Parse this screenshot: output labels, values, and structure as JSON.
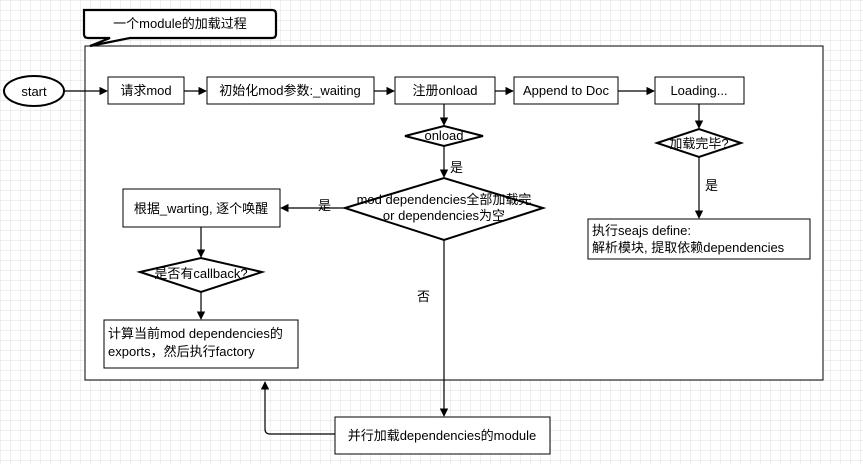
{
  "callout": "一个module的加载过程",
  "nodes": {
    "start": "start",
    "request_mod": "请求mod",
    "init_mod": "初始化mod参数:_waiting",
    "register_onload": "注册onload",
    "append_doc": "Append to Doc",
    "loading": "Loading...",
    "onload": "onload",
    "deps_check_line1": "mod dependencies全部加载完",
    "deps_check_line2": "or dependencies为空",
    "load_done": "加载完毕?",
    "exec_define_line1": "执行seajs define:",
    "exec_define_line2": "解析模块, 提取依赖dependencies",
    "wake_up": "根据_warting, 逐个唤醒",
    "has_callback": "是否有callback?",
    "compute_line1": "计算当前mod dependencies的",
    "compute_line2": "exports，然后执行factory",
    "parallel_load": "并行加载dependencies的module"
  },
  "edge_labels": {
    "onload_yes": "是",
    "deps_yes": "是",
    "deps_no": "否",
    "done_yes": "是"
  }
}
